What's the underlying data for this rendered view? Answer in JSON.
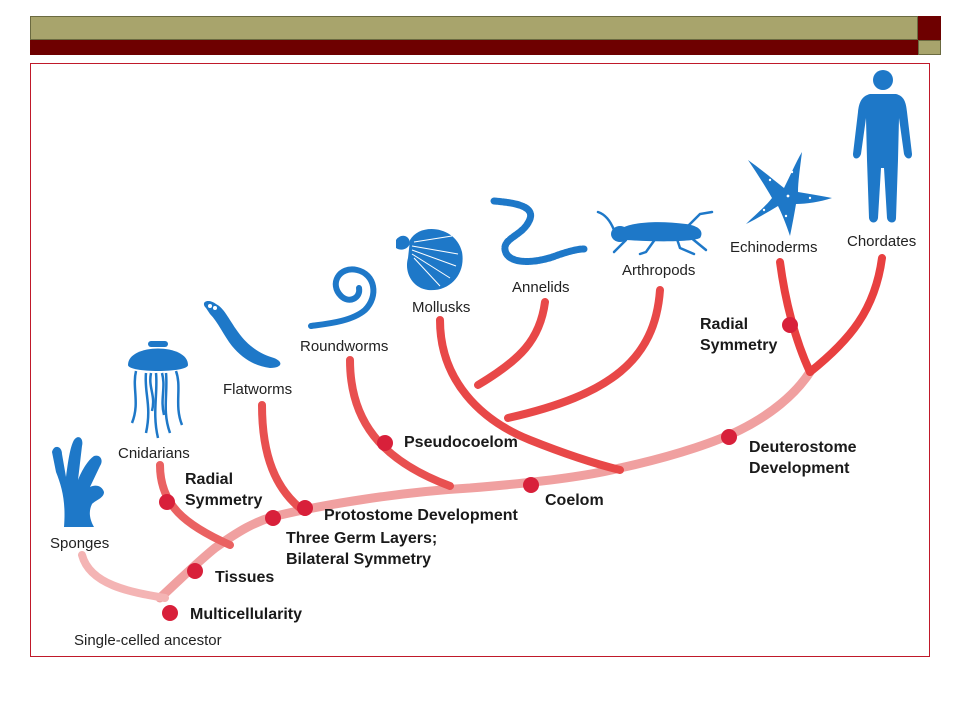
{
  "organisms": {
    "sponges": "Sponges",
    "cnidarians": "Cnidarians",
    "flatworms": "Flatworms",
    "roundworms": "Roundworms",
    "mollusks": "Mollusks",
    "annelids": "Annelids",
    "arthropods": "Arthropods",
    "echinoderms": "Echinoderms",
    "chordates": "Chordates"
  },
  "ancestor": "Single-celled ancestor",
  "traits": {
    "multicellularity": "Multicellularity",
    "tissues": "Tissues",
    "radial_1": "Radial",
    "radial_2": "Symmetry",
    "germ_1": "Three Germ Layers;",
    "germ_2": "Bilateral Symmetry",
    "protostome": "Protostome Development",
    "pseudocoelom": "Pseudocoelom",
    "coelom": "Coelom",
    "deutero_1": "Deuterostome",
    "deutero_2": "Development",
    "radial_b1": "Radial",
    "radial_b2": "Symmetry"
  },
  "colors": {
    "header_olive": "#a8a46c",
    "header_red": "#6e0000",
    "frame": "#c0192a",
    "branch": "#e8494a",
    "node": "#d8203a",
    "organism": "#1e78c8"
  }
}
